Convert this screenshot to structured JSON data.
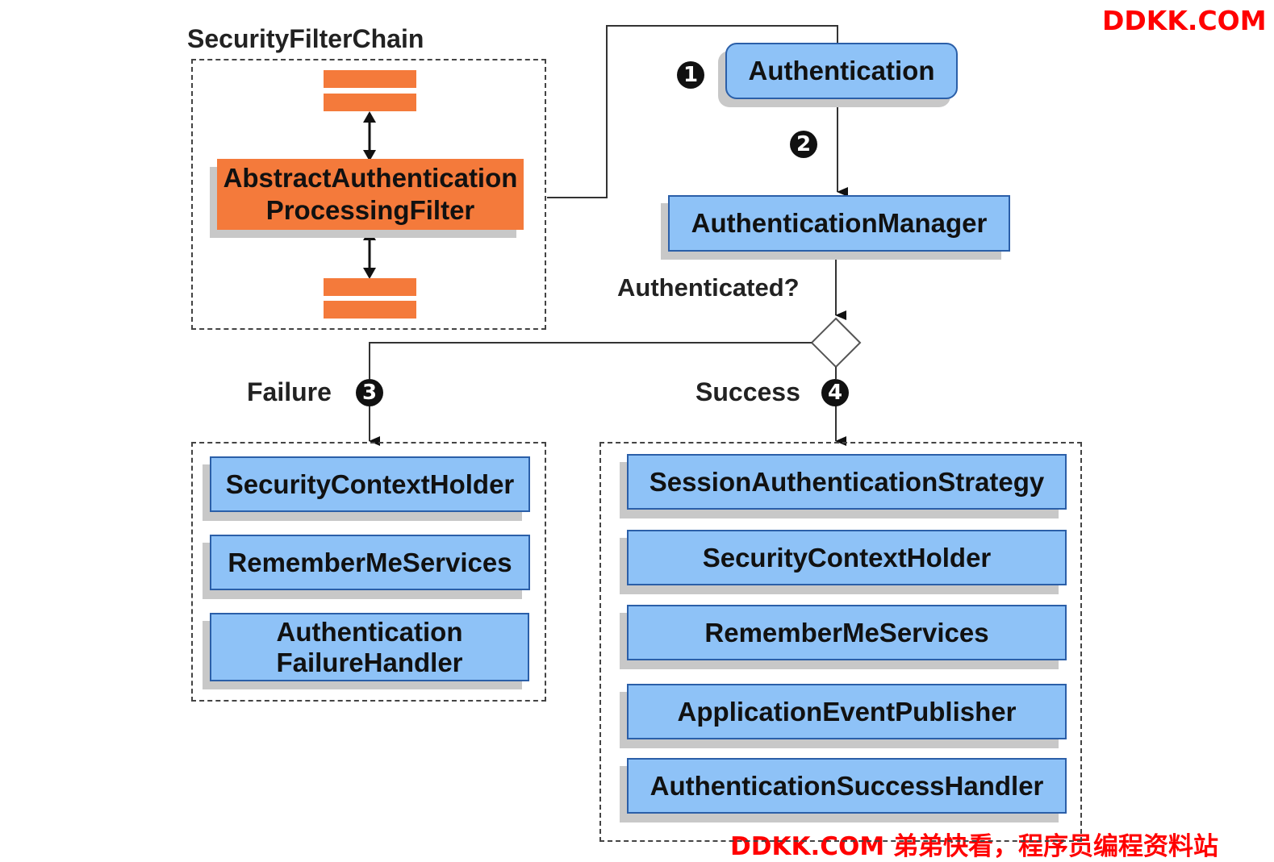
{
  "watermark": {
    "top": "DDKK.COM",
    "bottom": "DDKK.COM 弟弟快看，程序员编程资料站",
    "color": "#ff0000"
  },
  "colors": {
    "blue_fill": "#8ec2f7",
    "blue_border": "#2b5fa8",
    "orange": "#f47a3b",
    "shadow": "#c8c8c8"
  },
  "filter_chain": {
    "title": "SecurityFilterChain",
    "filter_line1": "AbstractAuthentication",
    "filter_line2": "ProcessingFilter"
  },
  "flow": {
    "authentication": "Authentication",
    "manager": "AuthenticationManager",
    "decision_label": "Authenticated?",
    "failure_label": "Failure",
    "success_label": "Success"
  },
  "steps": [
    "1",
    "2",
    "3",
    "4"
  ],
  "failure_handlers": [
    {
      "line1": "SecurityContextHolder",
      "line2": ""
    },
    {
      "line1": "RememberMeServices",
      "line2": ""
    },
    {
      "line1": "Authentication",
      "line2": "FailureHandler"
    }
  ],
  "success_handlers": [
    "SessionAuthenticationStrategy",
    "SecurityContextHolder",
    "RememberMeServices",
    "ApplicationEventPublisher",
    "AuthenticationSuccessHandler"
  ]
}
